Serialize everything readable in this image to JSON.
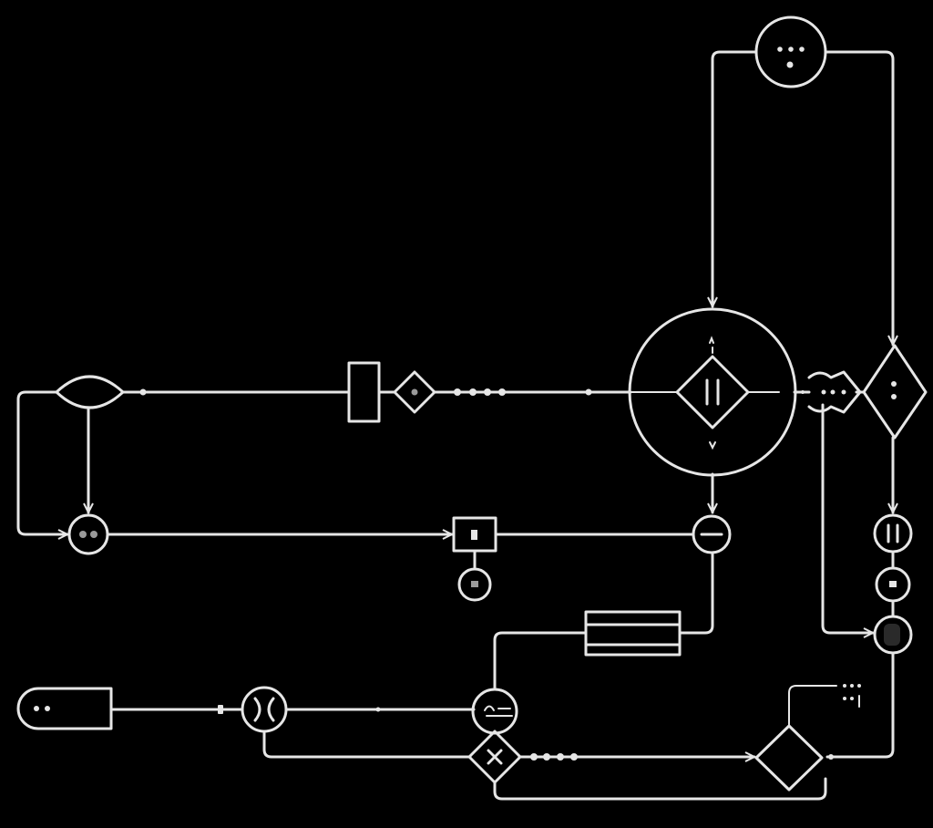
{
  "diagram": {
    "kind": "flowchart",
    "colors": {
      "background": "#000000",
      "stroke": "#e6e6e6",
      "muted": "#9a9a9a"
    },
    "nodes": [
      {
        "id": "top-circle",
        "shape": "circle",
        "glyph": "ellipsis-triangle"
      },
      {
        "id": "hub-circle",
        "shape": "circle",
        "glyph": "pause-diamond"
      },
      {
        "id": "left-lens",
        "shape": "lens"
      },
      {
        "id": "tall-rect",
        "shape": "rectangle"
      },
      {
        "id": "small-diamond",
        "shape": "diamond"
      },
      {
        "id": "right-chevron",
        "shape": "chevron"
      },
      {
        "id": "right-diamond",
        "shape": "diamond",
        "glyph": "colon"
      },
      {
        "id": "left-small-circle",
        "shape": "circle"
      },
      {
        "id": "mid-square",
        "shape": "square"
      },
      {
        "id": "mid-square-sub-circle",
        "shape": "circle"
      },
      {
        "id": "minus-circle",
        "shape": "circle",
        "glyph": "minus"
      },
      {
        "id": "right-pause-circle",
        "shape": "circle",
        "glyph": "pause"
      },
      {
        "id": "right-square-circle",
        "shape": "circle"
      },
      {
        "id": "right-dark-circle",
        "shape": "circle"
      },
      {
        "id": "double-rect",
        "shape": "double-rectangle"
      },
      {
        "id": "bottom-left-pill",
        "shape": "rounded-rectangle"
      },
      {
        "id": "bracket-circle",
        "shape": "circle",
        "glyph": "brackets"
      },
      {
        "id": "bottom-mid-circle",
        "shape": "circle"
      },
      {
        "id": "x-diamond",
        "shape": "diamond",
        "glyph": "x"
      },
      {
        "id": "bottom-right-diamond",
        "shape": "diamond"
      }
    ]
  }
}
